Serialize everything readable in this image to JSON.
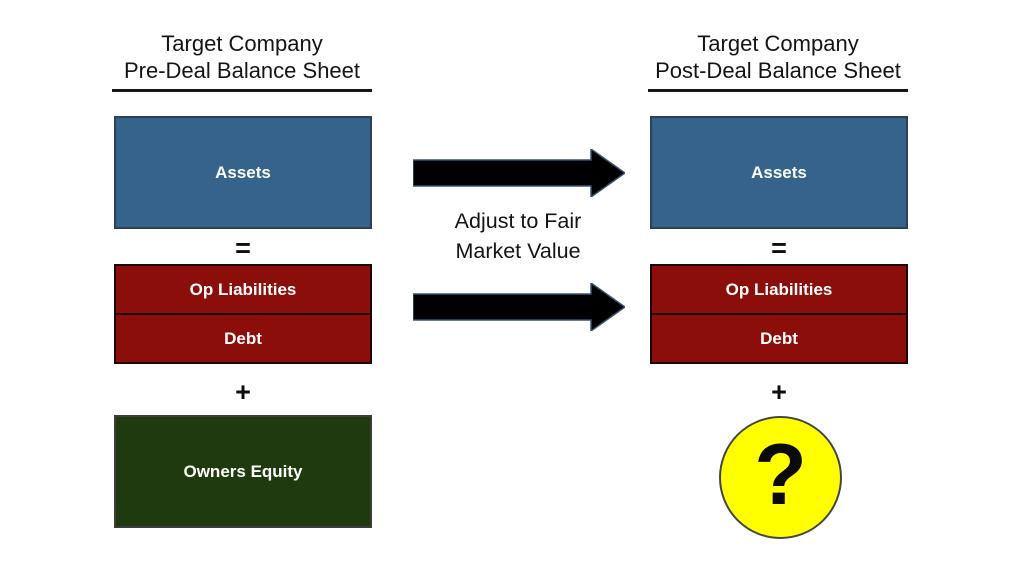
{
  "pre": {
    "title_line1": "Target Company",
    "title_line2": "Pre-Deal Balance Sheet",
    "assets": "Assets",
    "equals": "=",
    "op_liabilities": "Op Liabilities",
    "debt": "Debt",
    "plus": "+",
    "owners_equity": "Owners Equity"
  },
  "middle": {
    "caption_line1": "Adjust to Fair",
    "caption_line2": "Market Value"
  },
  "post": {
    "title_line1": "Target Company",
    "title_line2": "Post-Deal Balance Sheet",
    "assets": "Assets",
    "equals": "=",
    "op_liabilities": "Op Liabilities",
    "debt": "Debt",
    "plus": "+",
    "question_mark": "?"
  },
  "colors": {
    "assets_fill": "#35638B",
    "liabilities_fill": "#8B0E0B",
    "equity_fill": "#1F3A0E",
    "question_circle_fill": "#FFFF00",
    "arrow_fill": "#000000",
    "text_on_boxes": "#FFFFFF",
    "title_text": "#141414"
  }
}
